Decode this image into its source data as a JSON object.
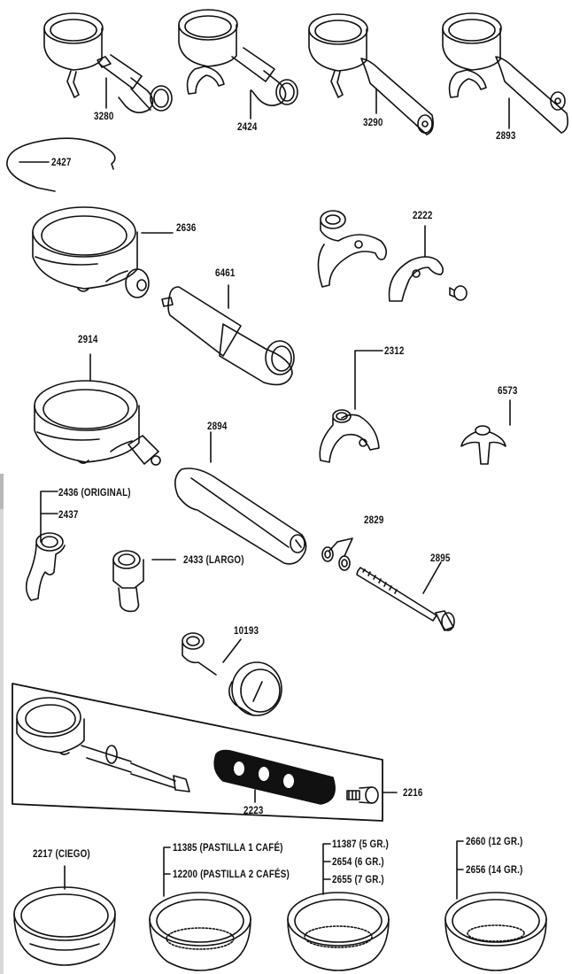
{
  "diagram": {
    "type": "exploded-parts-diagram",
    "stroke_color": "#111111",
    "background": "#ffffff",
    "parts": {
      "p3280": "3280",
      "p2424": "2424",
      "p3290": "3290",
      "p2893": "2893",
      "p2427": "2427",
      "p2636": "2636",
      "p2222": "2222",
      "p6461": "6461",
      "p2914": "2914",
      "p2312": "2312",
      "p6573": "6573",
      "p2894": "2894",
      "p2436": "2436 (ORIGINAL)",
      "p2437": "2437",
      "p2829": "2829",
      "p2433": "2433 (LARGO)",
      "p2895": "2895",
      "p10193": "10193",
      "p2216": "2216",
      "p2223": "2223",
      "p2217": "2217 (CIEGO)",
      "p11385": "11385 (PASTILLA 1 CAFÉ)",
      "p12200": "12200 (PASTILLA 2 CAFÉS)",
      "p11387": "11387 (5 GR.)",
      "p2654": "2654 (6 GR.)",
      "p2655": "2655 (7 GR.)",
      "p2660": "2660 (12 GR.)",
      "p2656": "2656 (14 GR.)"
    }
  }
}
